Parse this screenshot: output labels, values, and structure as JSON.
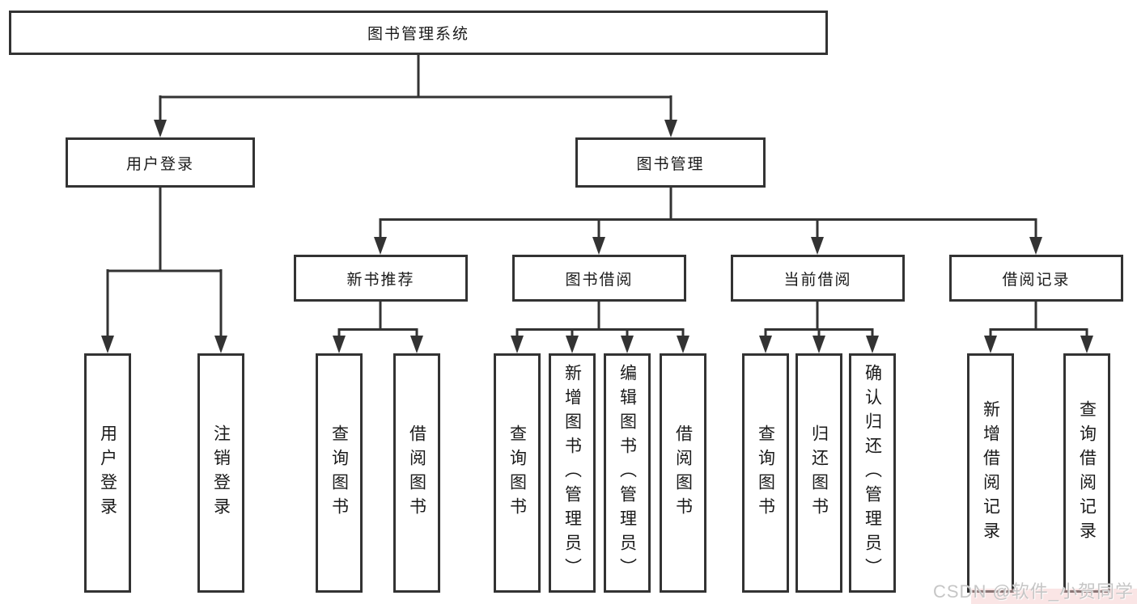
{
  "diagram": {
    "root": {
      "label": "图书管理系统"
    },
    "login": {
      "label": "用户登录",
      "children": [
        {
          "label": "用户登录"
        },
        {
          "label": "注销登录"
        }
      ]
    },
    "management": {
      "label": "图书管理",
      "sections": [
        {
          "label": "新书推荐",
          "children": [
            {
              "label": "查询图书"
            },
            {
              "label": "借阅图书"
            }
          ]
        },
        {
          "label": "图书借阅",
          "children": [
            {
              "label": "查询图书"
            },
            {
              "label": "新增图书（管理员）"
            },
            {
              "label": "编辑图书（管理员）"
            },
            {
              "label": "借阅图书"
            }
          ]
        },
        {
          "label": "当前借阅",
          "children": [
            {
              "label": "查询图书"
            },
            {
              "label": "归还图书"
            },
            {
              "label": "确认归还（管理员）"
            }
          ]
        },
        {
          "label": "借阅记录",
          "children": [
            {
              "label": "新增借阅记录"
            },
            {
              "label": "查询借阅记录"
            }
          ]
        }
      ]
    }
  },
  "watermark": {
    "text": "CSDN @软件_小贺同学"
  },
  "colors": {
    "line": "#333333",
    "text": "#1a1a1a",
    "watermark": "#c6c6c6",
    "watermark_tint": "#f3c6c6"
  }
}
